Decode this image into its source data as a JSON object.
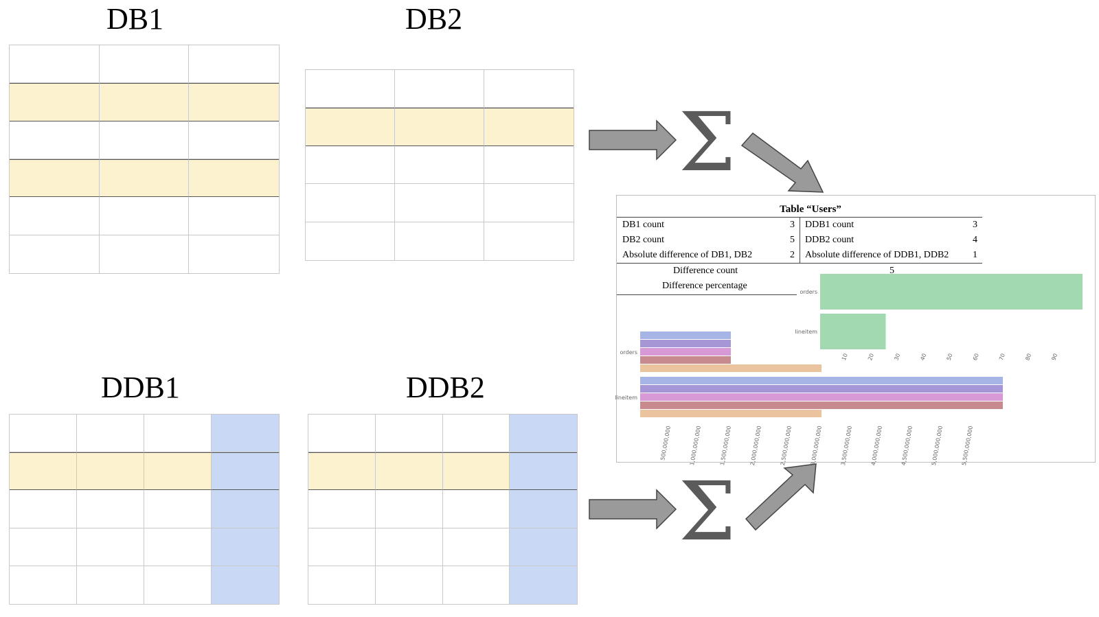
{
  "titles": {
    "db1": "DB1",
    "db2": "DB2",
    "ddb1": "DDB1",
    "ddb2": "DDB2"
  },
  "symbols": {
    "sum_top": "Σ",
    "sum_bottom": "Σ"
  },
  "panel": {
    "title": "Table “Users”",
    "left_rows": [
      {
        "label": "DB1 count",
        "value": "3"
      },
      {
        "label": "DB2 count",
        "value": "5"
      },
      {
        "label": "Absolute difference of DB1, DB2",
        "value": "2"
      }
    ],
    "right_rows": [
      {
        "label": "DDB1 count",
        "value": "3"
      },
      {
        "label": "DDB2 count",
        "value": "4"
      },
      {
        "label": "Absolute difference of DDB1, DDB2",
        "value": "1"
      }
    ],
    "difference_count_label": "Difference count",
    "difference_count_value": "5",
    "difference_percentage_label": "Difference percentage"
  },
  "colors": {
    "highlight_row": "#fdf2cf",
    "highlight_col": "#c9d9f5",
    "arrow": "#9a9a9a",
    "bar_green": "#a3d9b1",
    "series": [
      "#a6b5e6",
      "#a796d6",
      "#d89ad6",
      "#c78a8f",
      "#eac49e"
    ]
  },
  "chart_data": [
    {
      "type": "bar",
      "orientation": "horizontal",
      "categories": [
        "orders",
        "lineitem"
      ],
      "values": [
        100,
        25
      ],
      "x_ticks": [
        "10",
        "20",
        "30",
        "40",
        "50",
        "60",
        "70",
        "80",
        "90"
      ],
      "xlim": [
        0,
        100
      ]
    },
    {
      "type": "bar",
      "orientation": "horizontal",
      "categories": [
        "orders",
        "lineitem"
      ],
      "series": [
        {
          "values": [
            1500000000,
            6000000000
          ]
        },
        {
          "values": [
            1500000000,
            6000000000
          ]
        },
        {
          "values": [
            1500000000,
            6000000000
          ]
        },
        {
          "values": [
            1500000000,
            6000000000
          ]
        },
        {
          "values": [
            3000000000,
            3000000000
          ]
        }
      ],
      "x_ticks": [
        "500,000,000",
        "1,000,000,000",
        "1,500,000,000",
        "2,000,000,000",
        "2,500,000,000",
        "3,000,000,000",
        "3,500,000,000",
        "4,000,000,000",
        "4,500,000,000",
        "5,000,000,000",
        "5,500,000,000"
      ],
      "xlim": [
        0,
        6000000000
      ]
    }
  ]
}
